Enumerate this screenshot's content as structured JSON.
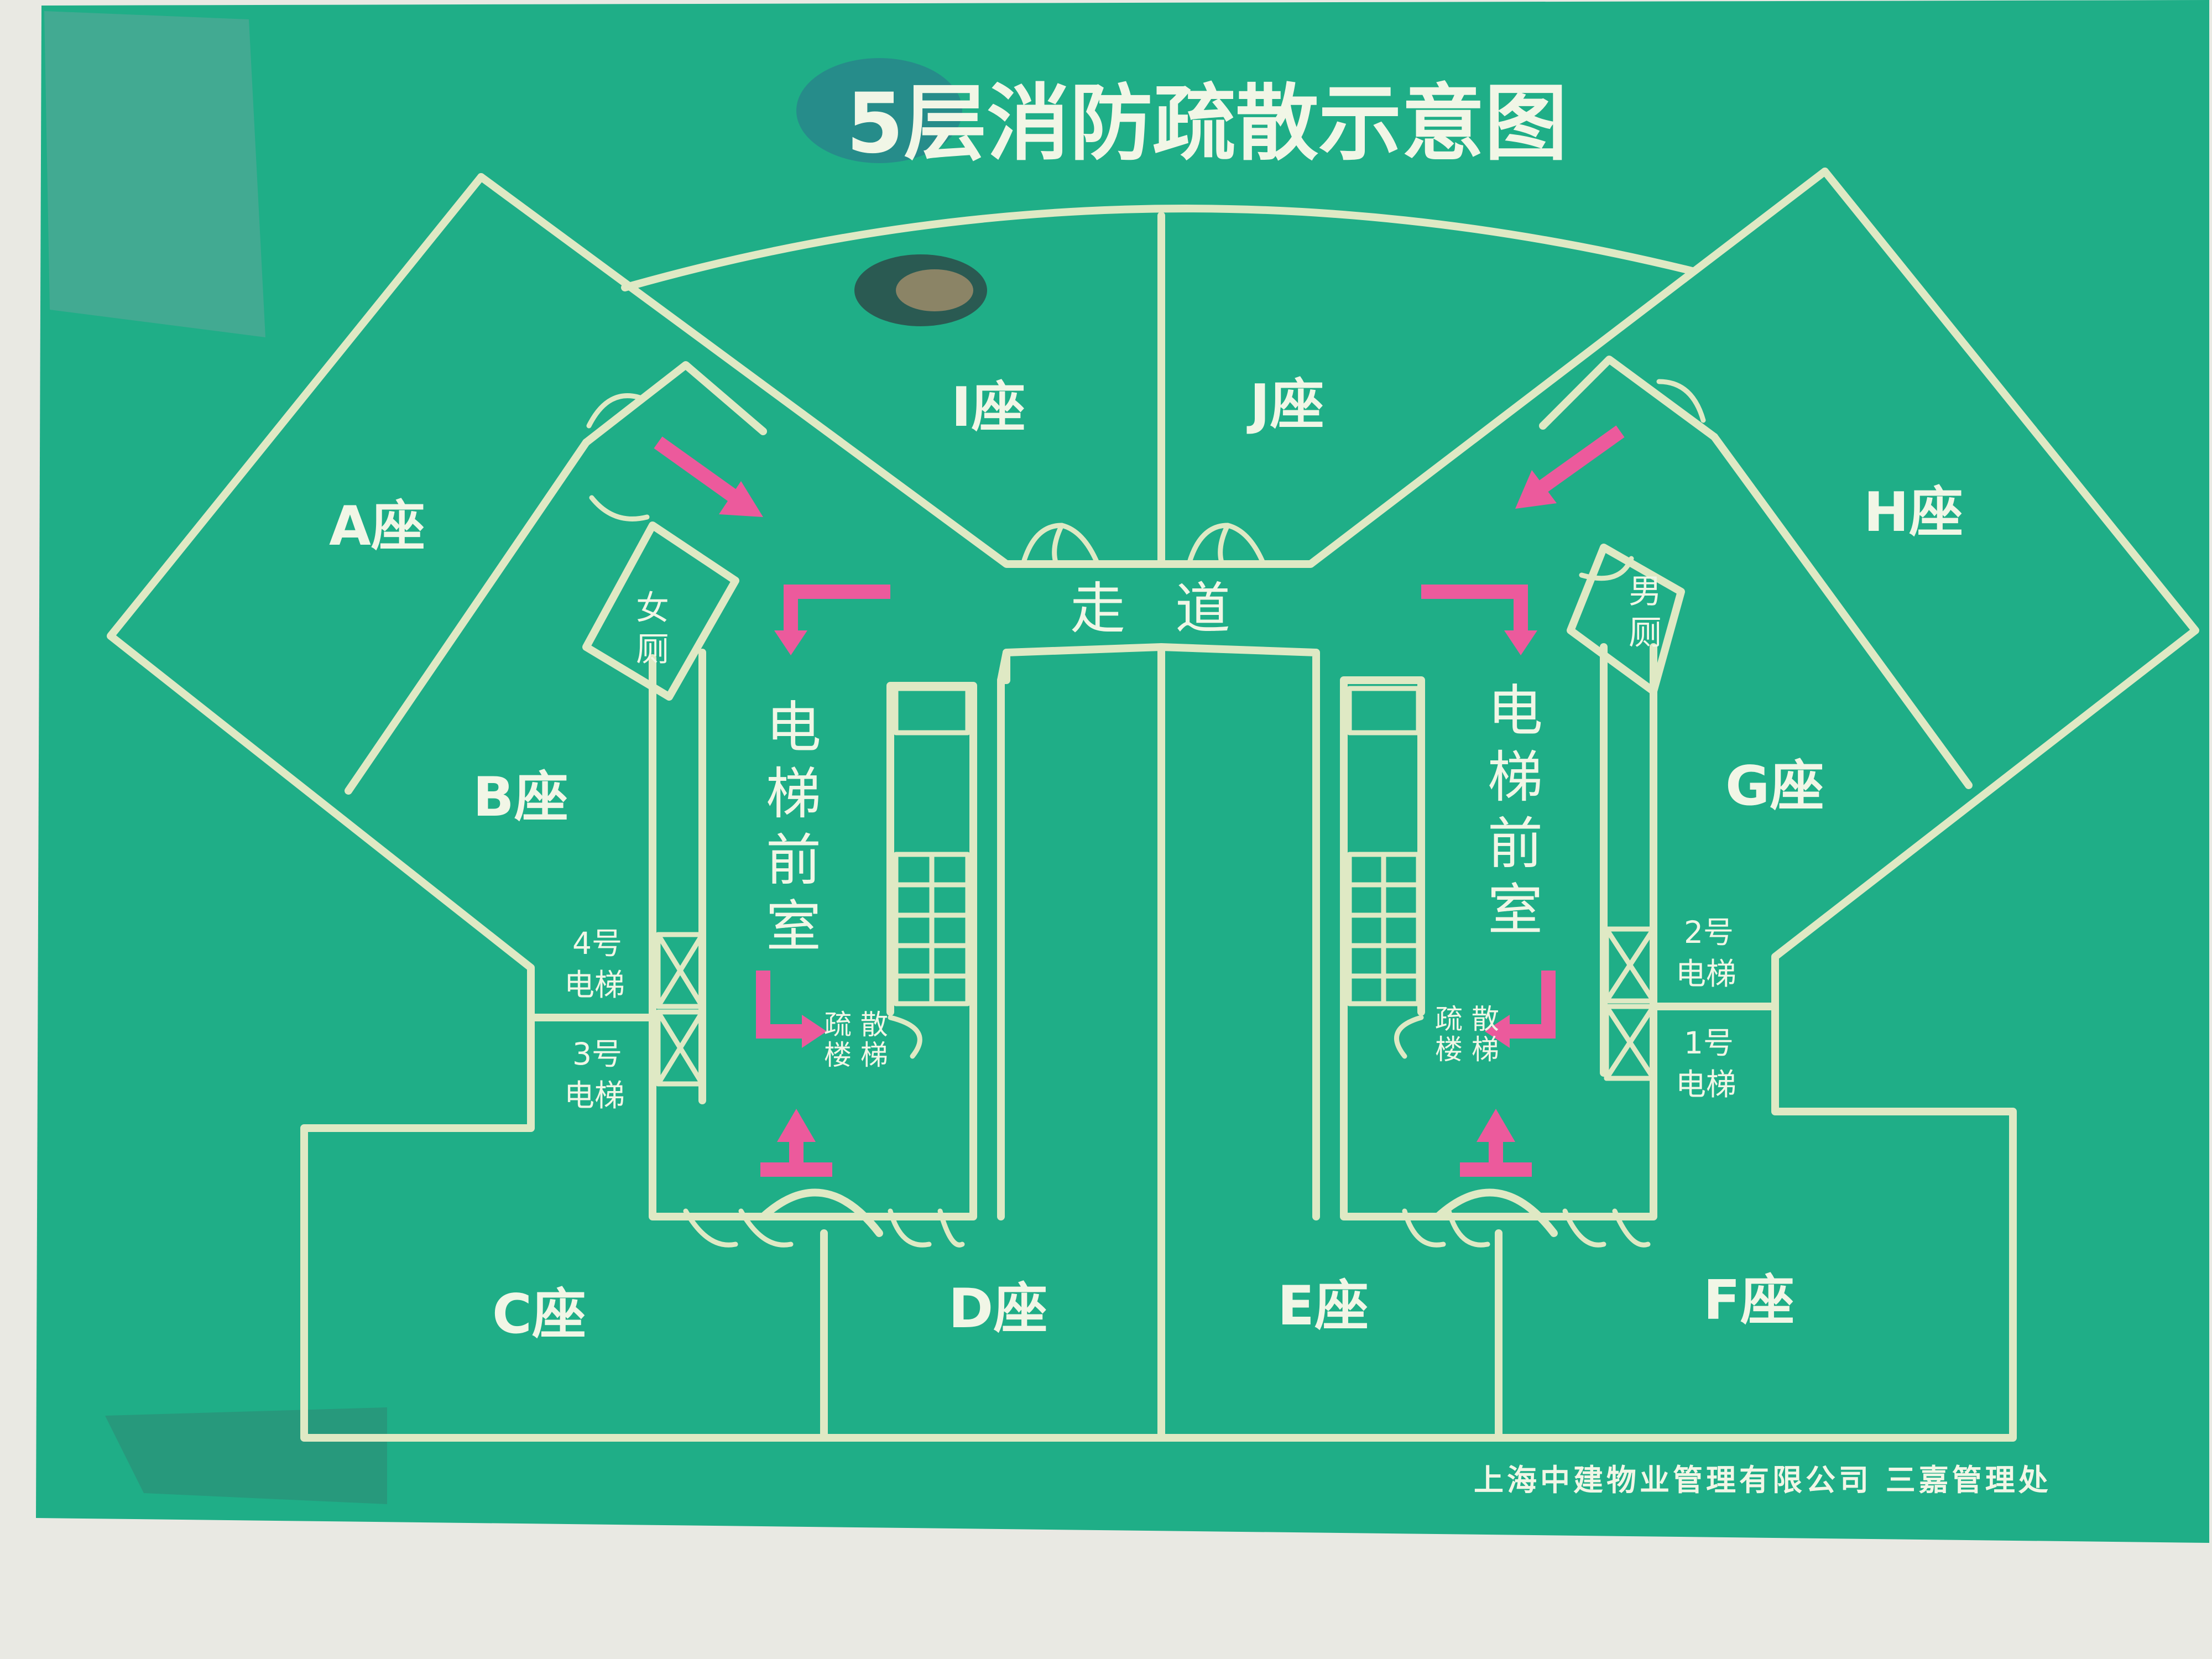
{
  "title": "5层消防疏散示意图",
  "rooms": {
    "A": "A座",
    "B": "B座",
    "C": "C座",
    "D": "D座",
    "E": "E座",
    "F": "F座",
    "G": "G座",
    "H": "H座",
    "I": "I座",
    "J": "J座"
  },
  "corridor": "走道",
  "lobby_left": [
    "电",
    "梯",
    "前",
    "室"
  ],
  "lobby_right": [
    "电",
    "梯",
    "前",
    "室"
  ],
  "restroom_women": [
    "女",
    "厕"
  ],
  "restroom_men": [
    "男",
    "厕"
  ],
  "elevators": {
    "e1": [
      "1号",
      "电梯"
    ],
    "e2": [
      "2号",
      "电梯"
    ],
    "e3": [
      "3号",
      "电梯"
    ],
    "e4": [
      "4号",
      "电梯"
    ]
  },
  "stairs_left": [
    "疏 散",
    "楼 梯"
  ],
  "stairs_right": [
    "疏 散",
    "楼 梯"
  ],
  "footer": "上海中建物业管理有限公司 三嘉管理处",
  "colors": {
    "panel": "#1fae87",
    "lines": "#dfe9c4",
    "arrows": "#ec5a9c",
    "wall": "#e9e9e3"
  },
  "icons": [
    "evacuation-arrow-icon",
    "elevator-cross-icon",
    "stair-grid-icon",
    "door-swing-icon"
  ]
}
